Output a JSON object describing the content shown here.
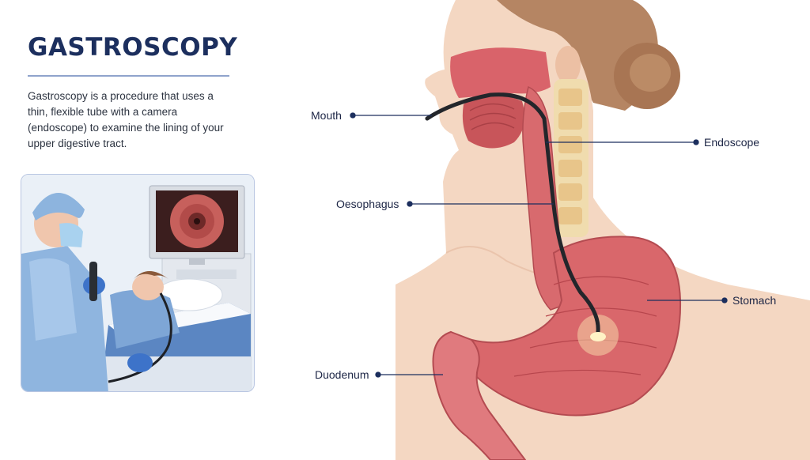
{
  "title": "GASTROSCOPY",
  "description": "Gastroscopy is a procedure that uses a thin, flexible tube with a camera (endoscope) to examine the lining of your upper digestive tract.",
  "labels": {
    "mouth": "Mouth",
    "endoscope": "Endoscope",
    "oesophagus": "Oesophagus",
    "stomach": "Stomach",
    "duodenum": "Duodenum"
  },
  "colors": {
    "title": "#1c2f5e",
    "leader": "#1c2f5e",
    "tissue": "#c8555a",
    "skin": "#f2c8ae"
  }
}
